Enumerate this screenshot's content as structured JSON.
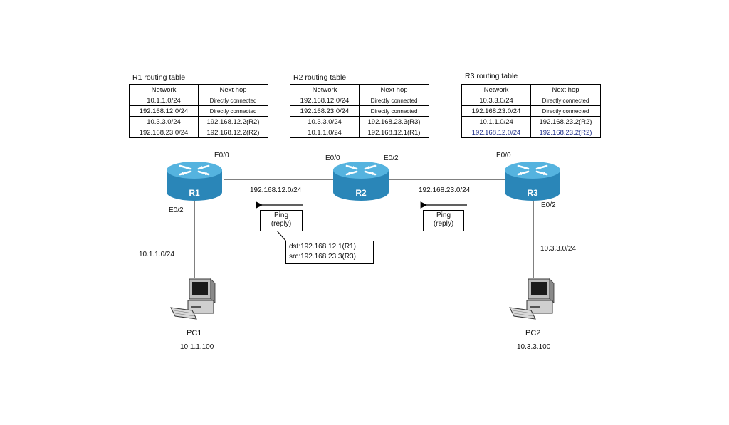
{
  "routing_tables": [
    {
      "title": "R1 routing table",
      "headers": [
        "Network",
        "Next hop"
      ],
      "rows": [
        {
          "network": "10.1.1.0/24",
          "next_hop": "Directly connected"
        },
        {
          "network": "192.168.12.0/24",
          "next_hop": "Directly connected"
        },
        {
          "network": "10.3.3.0/24",
          "next_hop": "192.168.12.2(R2)"
        },
        {
          "network": "192.168.23.0/24",
          "next_hop": "192.168.12.2(R2)"
        }
      ]
    },
    {
      "title": "R2 routing table",
      "headers": [
        "Network",
        "Next hop"
      ],
      "rows": [
        {
          "network": "192.168.12.0/24",
          "next_hop": "Directly connected"
        },
        {
          "network": "192.168.23.0/24",
          "next_hop": "Directly connected"
        },
        {
          "network": "10.3.3.0/24",
          "next_hop": "192.168.23.3(R3)"
        },
        {
          "network": "10.1.1.0/24",
          "next_hop": "192.168.12.1(R1)"
        }
      ]
    },
    {
      "title": "R3 routing table",
      "headers": [
        "Network",
        "Next hop"
      ],
      "rows": [
        {
          "network": "10.3.3.0/24",
          "next_hop": "Directly connected"
        },
        {
          "network": "192.168.23.0/24",
          "next_hop": "Directly connected"
        },
        {
          "network": "10.1.1.0/24",
          "next_hop": "192.168.23.2(R2)"
        },
        {
          "network": "192.168.12.0/24",
          "next_hop": "192.168.23.2(R2)"
        }
      ]
    }
  ],
  "routers": {
    "r1": "R1",
    "r2": "R2",
    "r3": "R3"
  },
  "interfaces": {
    "r1_e00": "E0/0",
    "r1_e02": "E0/2",
    "r2_e00": "E0/0",
    "r2_e02": "E0/2",
    "r3_e00": "E0/0",
    "r3_e02": "E0/2"
  },
  "networks": {
    "link_r1_r2": "192.168.12.0/24",
    "link_r2_r3": "192.168.23.0/24",
    "lan_pc1": "10.1.1.0/24",
    "lan_pc2": "10.3.3.0/24"
  },
  "pcs": {
    "pc1": {
      "name": "PC1",
      "ip": "10.1.1.100"
    },
    "pc2": {
      "name": "PC2",
      "ip": "10.3.3.100"
    }
  },
  "ping_labels": {
    "left": {
      "line1": "Ping",
      "line2": "(reply)"
    },
    "right": {
      "line1": "Ping",
      "line2": "(reply)"
    }
  },
  "callout": {
    "dst": "dst:192.168.12.1(R1)",
    "src": "src:192.168.23.3(R3)"
  },
  "colors": {
    "router_blue": "#2a86b8",
    "router_top": "#55b3df",
    "highlight_text": "#1f2f8a"
  }
}
